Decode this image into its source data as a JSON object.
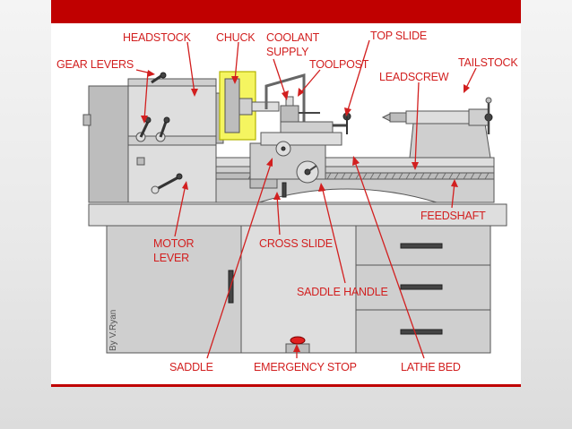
{
  "colors": {
    "accent": "#c00000",
    "label": "#d21f1f",
    "machine": "#cfcfcf"
  },
  "labels": {
    "headstock": "HEADSTOCK",
    "chuck": "CHUCK",
    "coolant_supply_1": "COOLANT",
    "coolant_supply_2": "SUPPLY",
    "top_slide": "TOP SLIDE",
    "gear_levers": "GEAR LEVERS",
    "toolpost": "TOOLPOST",
    "tailstock": "TAILSTOCK",
    "leadscrew": "LEADSCREW",
    "feedshaft": "FEEDSHAFT",
    "motor_lever_1": "MOTOR",
    "motor_lever_2": "LEVER",
    "cross_slide": "CROSS SLIDE",
    "saddle_handle": "SADDLE HANDLE",
    "saddle": "SADDLE",
    "emergency_stop": "EMERGENCY STOP",
    "lathe_bed": "LATHE BED"
  },
  "credit": "By V.Ryan"
}
